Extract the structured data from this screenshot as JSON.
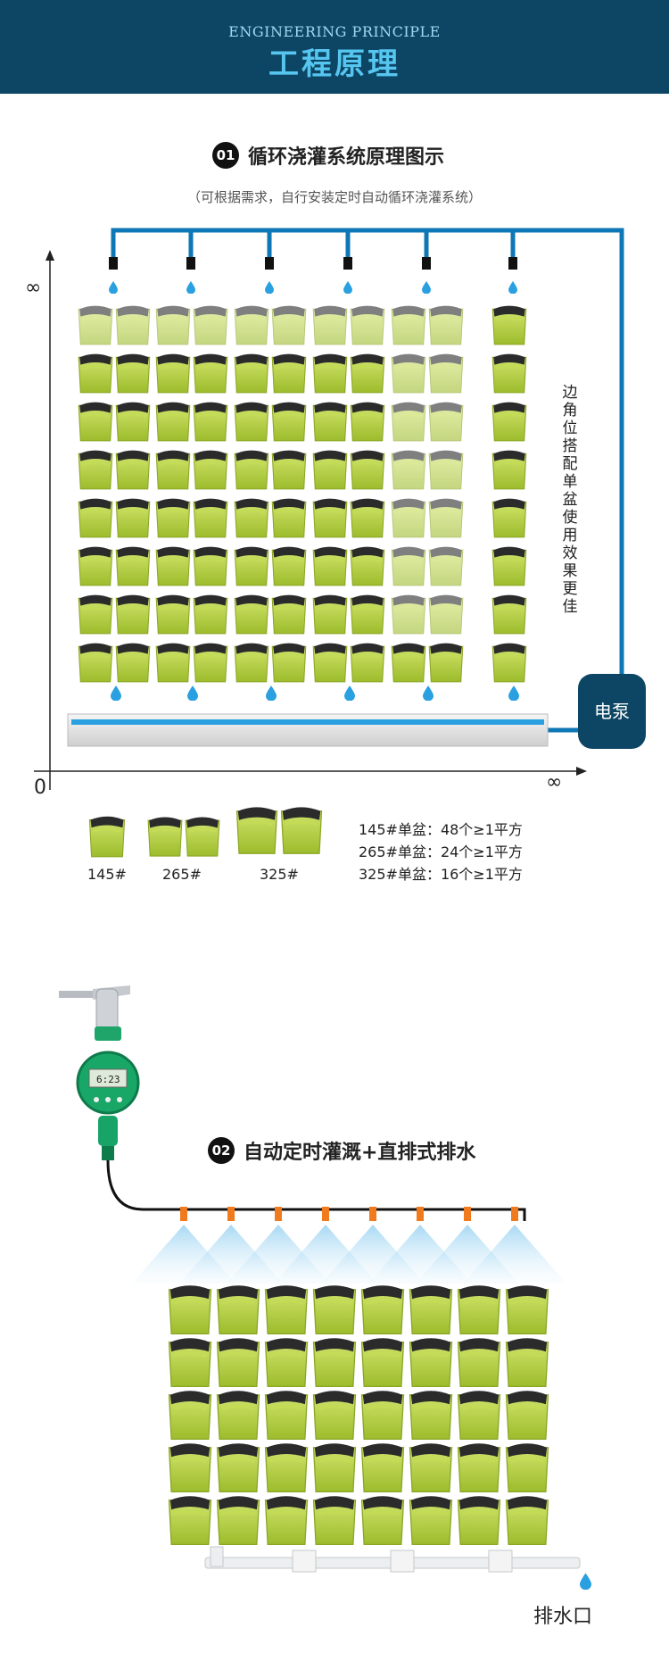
{
  "header": {
    "title_en": "ENGINEERING PRINCIPLE",
    "title_cn": "工程原理"
  },
  "section1": {
    "badge": "01",
    "title": "循环浇灌系统原理图示",
    "subtitle": "（可根据需求，自行安装定时自动循环浇灌系统）",
    "axis_infinity_y": "∞",
    "axis_infinity_x": "∞",
    "axis_zero": "0",
    "side_note": "边角位搭配单盆使用效果更佳",
    "pump_label": "电泵",
    "sizes": [
      {
        "label": "145#"
      },
      {
        "label": "265#"
      },
      {
        "label": "325#"
      }
    ],
    "specs": [
      "145#单盆：48个≥1平方",
      "265#单盆：24个≥1平方",
      "325#单盆：16个≥1平方"
    ]
  },
  "section2": {
    "badge": "02",
    "title": "自动定时灌溉+直排式排水",
    "timer_display": "6:23",
    "drain_label": "排水口"
  },
  "colors": {
    "header_bg": "#0d4665",
    "pipe": "#0e77b5",
    "planter": "#b7d33f",
    "water": "#2aa0e0"
  }
}
